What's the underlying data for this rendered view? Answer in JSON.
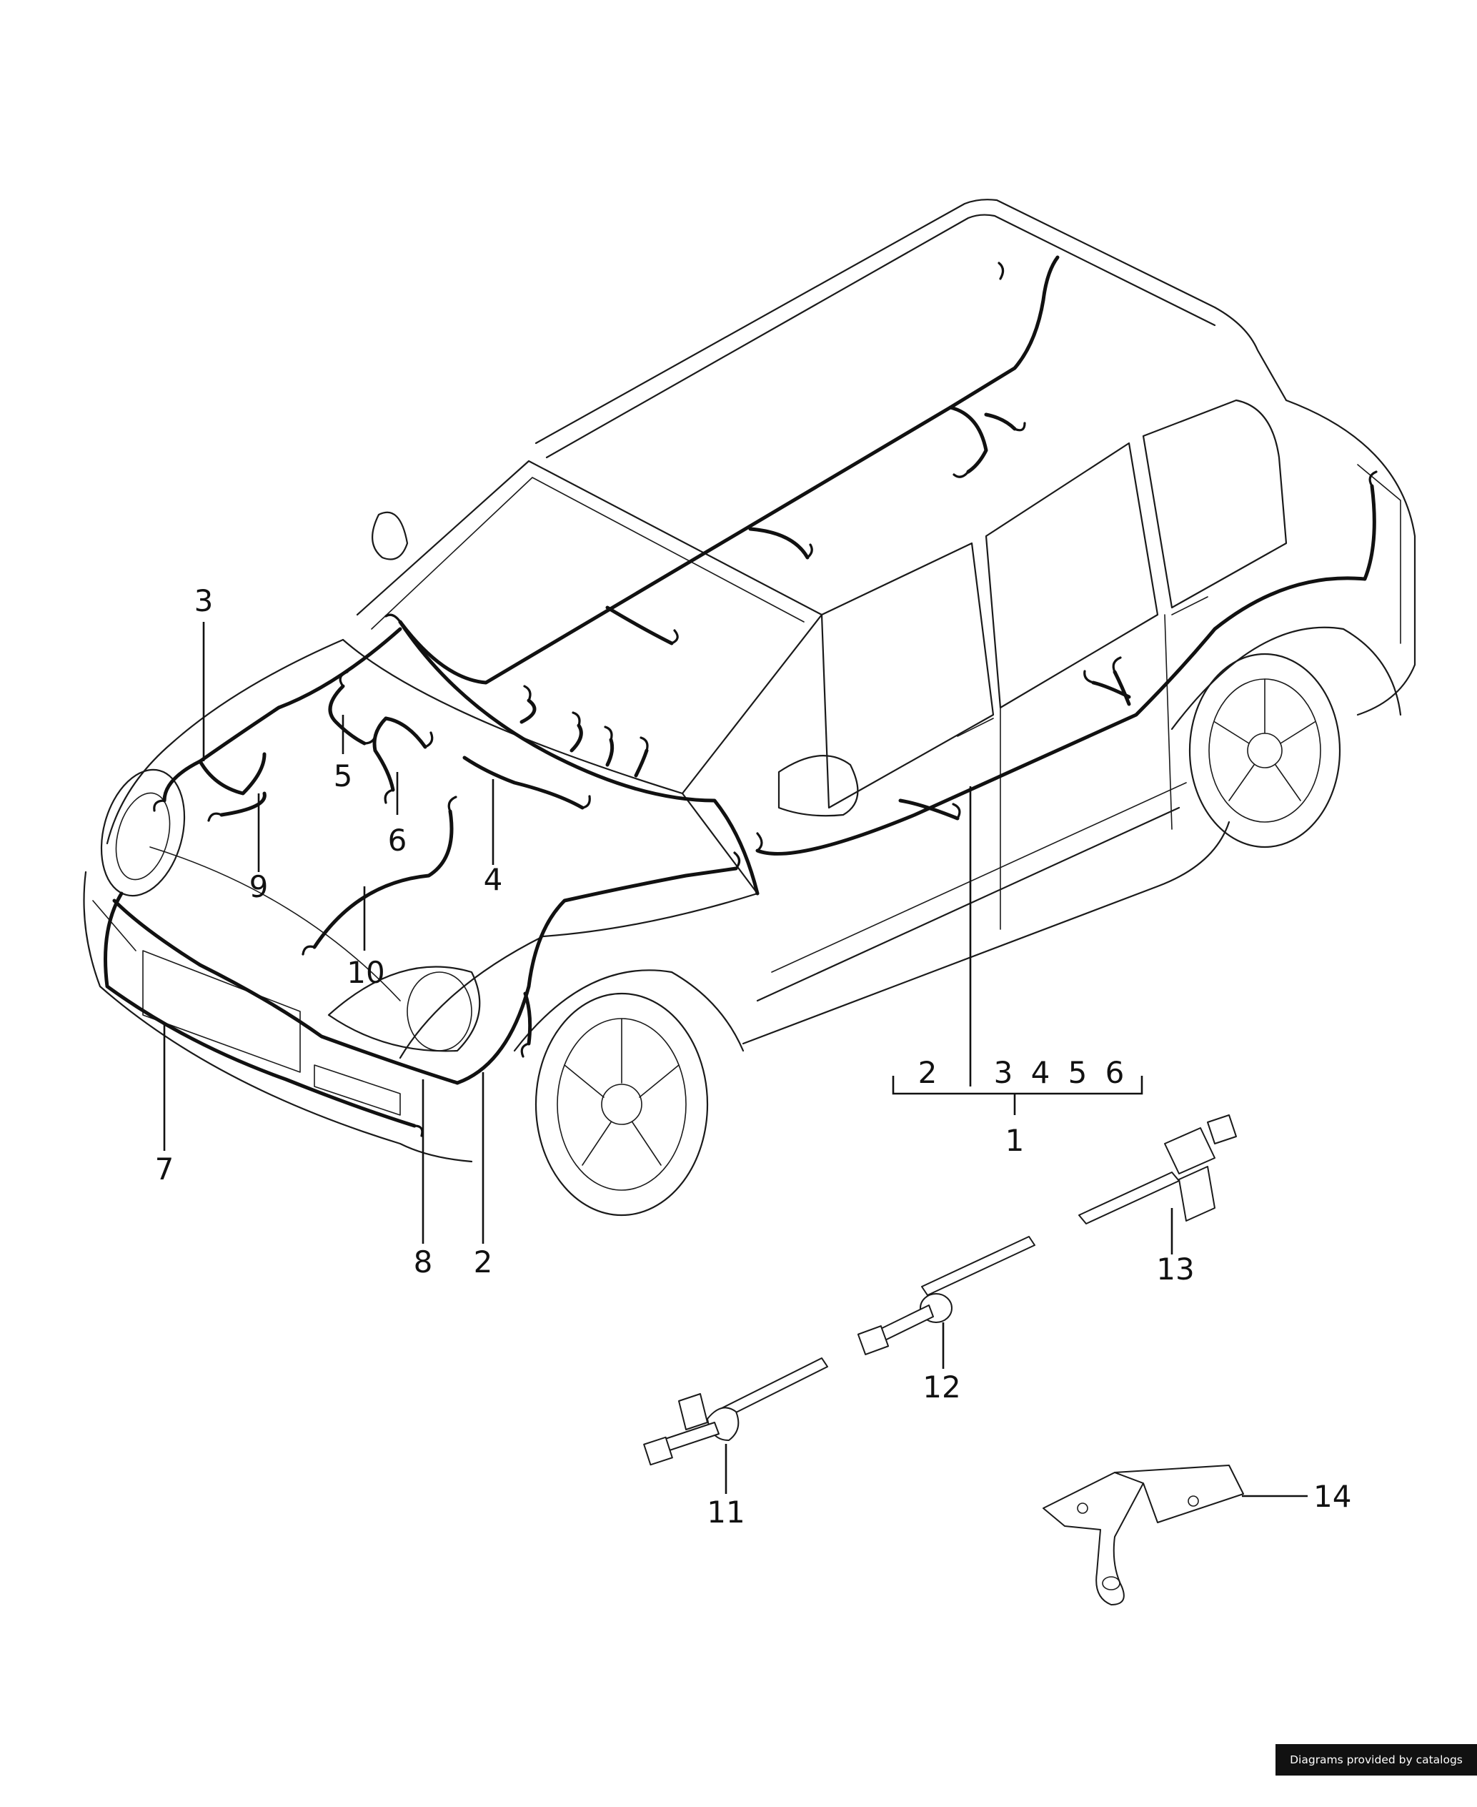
{
  "callouts": [
    {
      "id": "c3a",
      "text": "3"
    },
    {
      "id": "c5",
      "text": "5"
    },
    {
      "id": "c6a",
      "text": "6"
    },
    {
      "id": "c9",
      "text": "9"
    },
    {
      "id": "c4a",
      "text": "4"
    },
    {
      "id": "c10",
      "text": "10"
    },
    {
      "id": "c7",
      "text": "7"
    },
    {
      "id": "c8",
      "text": "8"
    },
    {
      "id": "c2a",
      "text": "2"
    },
    {
      "id": "g2",
      "text": "2"
    },
    {
      "id": "g3",
      "text": "3"
    },
    {
      "id": "g4",
      "text": "4"
    },
    {
      "id": "g5",
      "text": "5"
    },
    {
      "id": "g6",
      "text": "6"
    },
    {
      "id": "c1",
      "text": "1"
    },
    {
      "id": "c13",
      "text": "13"
    },
    {
      "id": "c12",
      "text": "12"
    },
    {
      "id": "c11",
      "text": "11"
    },
    {
      "id": "c14",
      "text": "14"
    }
  ],
  "credit": "Diagrams provided by catalogs parts",
  "colors": {
    "line": "#1a1a1a",
    "background": "#ffffff",
    "credit_bg": "#111111",
    "credit_text": "#ffffff"
  }
}
